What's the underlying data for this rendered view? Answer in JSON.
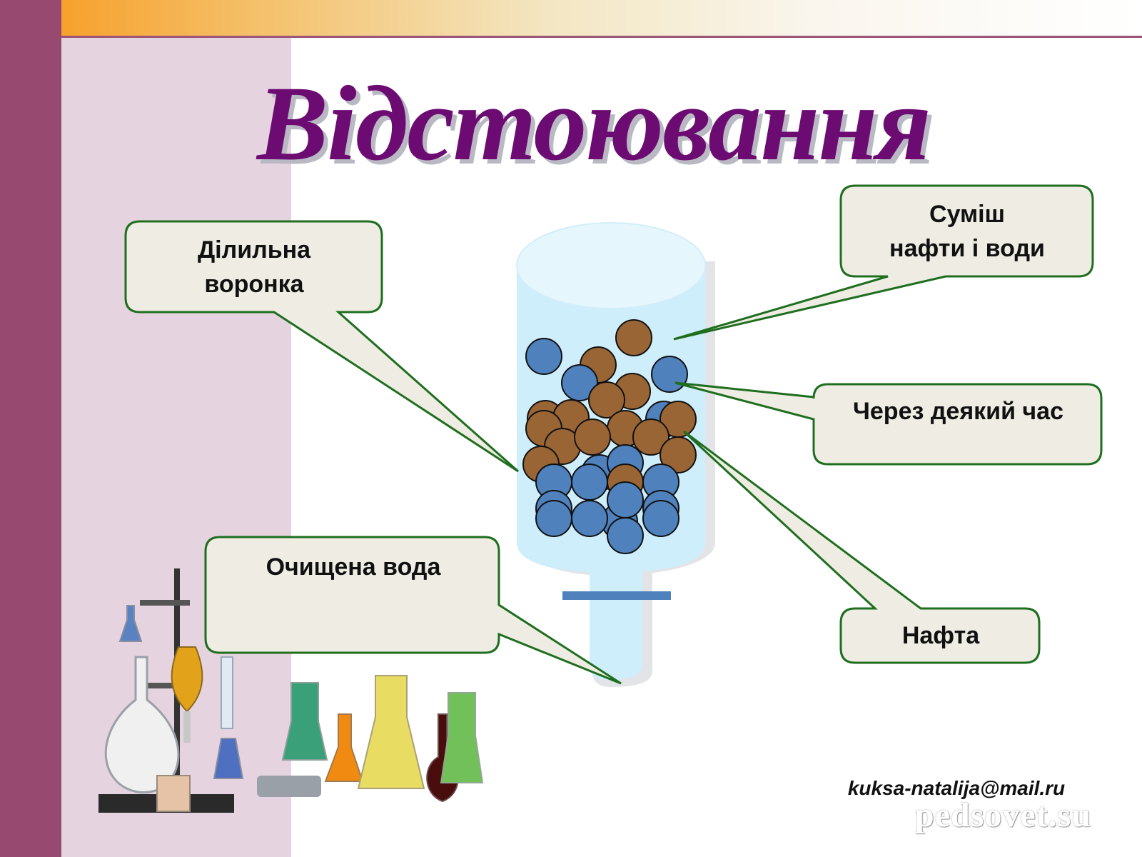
{
  "title": "Відстоювання",
  "callouts": {
    "funnel": {
      "line1": "Ділильна",
      "line2": "воронка"
    },
    "mixture": {
      "line1": "Суміш",
      "line2": "нафти і води"
    },
    "after_time": "Через деякий час",
    "oil": "Нафта",
    "clean_water": "Очищена вода"
  },
  "email": "kuksa-natalija@mail.ru",
  "watermark": "pedsovet.su",
  "colors": {
    "title": "#6c0b72",
    "sidebar": "#98496f",
    "panel": "#e5d3df",
    "callout_fill": "#efede3",
    "callout_border": "#1f6e1f",
    "oil_ball": "#9a6535",
    "water_ball": "#4f81bd",
    "vessel": "#cfeefc"
  },
  "icons": [
    "separating-funnel-vessel",
    "oil-droplet-ball",
    "water-droplet-ball",
    "stopcock-bar",
    "lab-glassware-illustration"
  ]
}
